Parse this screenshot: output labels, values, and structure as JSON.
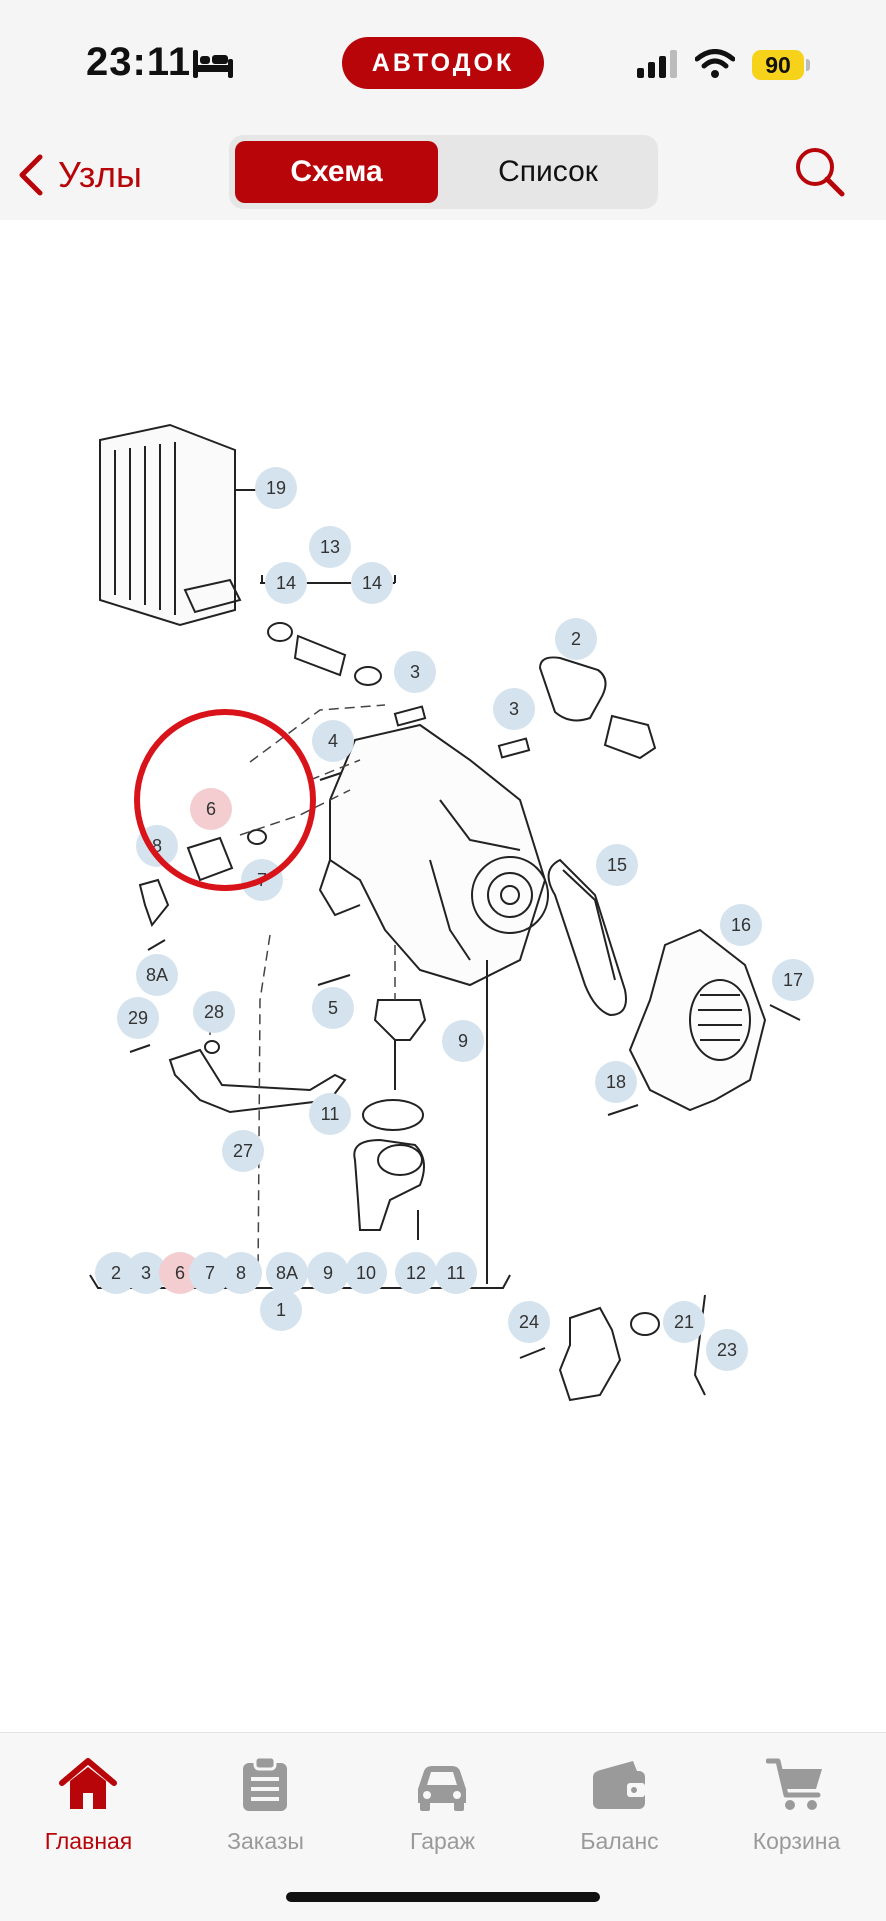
{
  "status": {
    "time": "23:11",
    "battery": "90",
    "bed_icon": "bed-icon",
    "signal_icon": "cellular-signal-icon",
    "wifi_icon": "wifi-icon"
  },
  "brand": {
    "logo_text": "АВТОДОК"
  },
  "nav": {
    "back_label": "Узлы",
    "segments": [
      "Схема",
      "Список"
    ],
    "selected": "Схема",
    "search_icon": "search-icon"
  },
  "colors": {
    "accent": "#b8050a",
    "callout": "#d5e3ee",
    "callout_selected": "#f3cdd0"
  },
  "diagram": {
    "selected_part": "6",
    "callouts": [
      "19",
      "13",
      "14",
      "14",
      "2",
      "3",
      "3",
      "4",
      "6",
      "8",
      "7",
      "8А",
      "15",
      "16",
      "17",
      "5",
      "29",
      "28",
      "9",
      "18",
      "11",
      "27",
      "10",
      "12",
      "11",
      "2",
      "3",
      "6",
      "7",
      "8",
      "8А",
      "9",
      "1",
      "24",
      "21",
      "23"
    ]
  },
  "tabbar": {
    "items": [
      {
        "label": "Главная",
        "icon": "home-icon",
        "active": true
      },
      {
        "label": "Заказы",
        "icon": "orders-icon",
        "active": false
      },
      {
        "label": "Гараж",
        "icon": "car-icon",
        "active": false
      },
      {
        "label": "Баланс",
        "icon": "wallet-icon",
        "active": false
      },
      {
        "label": "Корзина",
        "icon": "cart-icon",
        "active": false
      }
    ]
  }
}
